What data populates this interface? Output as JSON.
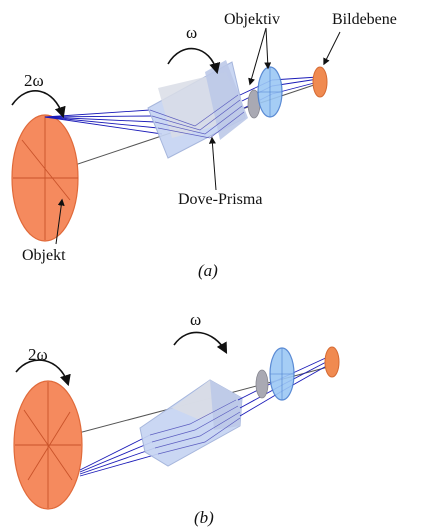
{
  "panel_a": {
    "labels": {
      "objektiv": "Objektiv",
      "bildebene": "Bildebene",
      "dove_prisma": "Dove-Prisma",
      "objekt": "Objekt",
      "omega": "ω",
      "two_omega": "2ω"
    },
    "caption": "(a)"
  },
  "panel_b": {
    "labels": {
      "omega": "ω",
      "two_omega": "2ω"
    },
    "caption": "(b)"
  },
  "colors": {
    "object_fill": "#f58a5e",
    "object_stroke": "#e06a3a",
    "image_fill": "#f08a50",
    "prism_fill": "#c6d4f2",
    "prism_top": "#d9dde6",
    "lens_fill": "#9cc8f5",
    "lens_stroke": "#4a7fd0",
    "stop_fill": "#a9a9b3",
    "ray_color": "#1b1bb8",
    "arrow_color": "#111111"
  }
}
